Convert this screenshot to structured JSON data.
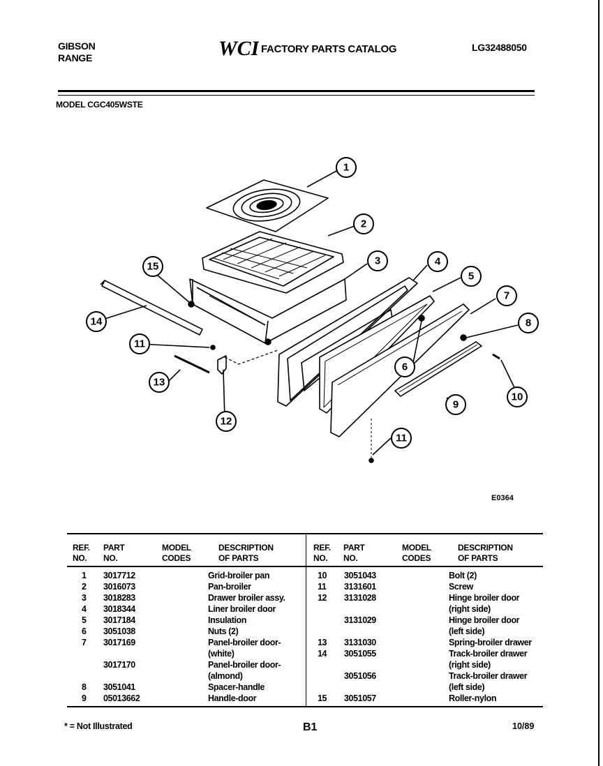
{
  "header": {
    "brand": "GIBSON",
    "product": "RANGE",
    "logo_text": "WCI",
    "catalog_title": "FACTORY PARTS CATALOG",
    "catalog_number": "LG32488050",
    "model_label": "MODEL CGC405WSTE"
  },
  "diagram": {
    "callouts": [
      "1",
      "2",
      "3",
      "4",
      "5",
      "6",
      "7",
      "8",
      "9",
      "10",
      "11",
      "11",
      "12",
      "13",
      "14",
      "15"
    ],
    "figure_code": "E0364"
  },
  "table": {
    "headers": {
      "ref": [
        "REF.",
        "NO."
      ],
      "part": [
        "PART",
        "NO."
      ],
      "model": [
        "MODEL",
        "CODES"
      ],
      "desc": [
        "DESCRIPTION",
        "OF PARTS"
      ]
    },
    "left_rows": [
      {
        "ref": "1",
        "part": "3017712",
        "desc": "Grid-broiler pan"
      },
      {
        "ref": "2",
        "part": "3016073",
        "desc": "Pan-broiler"
      },
      {
        "ref": "3",
        "part": "3018283",
        "desc": "Drawer broiler assy."
      },
      {
        "ref": "4",
        "part": "3018344",
        "desc": "Liner broiler door"
      },
      {
        "ref": "5",
        "part": "3017184",
        "desc": "Insulation"
      },
      {
        "ref": "6",
        "part": "3051038",
        "desc": "Nuts (2)"
      },
      {
        "ref": "7",
        "part": "3017169",
        "desc": "Panel-broiler door-"
      },
      {
        "ref": "",
        "part": "",
        "desc": "(white)"
      },
      {
        "ref": "",
        "part": "3017170",
        "desc": "Panel-broiler door-"
      },
      {
        "ref": "",
        "part": "",
        "desc": "(almond)"
      },
      {
        "ref": "8",
        "part": "3051041",
        "desc": "Spacer-handle"
      },
      {
        "ref": "9",
        "part": "05013662",
        "desc": "Handle-door"
      }
    ],
    "right_rows": [
      {
        "ref": "10",
        "part": "3051043",
        "desc": "Bolt (2)"
      },
      {
        "ref": "11",
        "part": "3131601",
        "desc": "Screw"
      },
      {
        "ref": "12",
        "part": "3131028",
        "desc": "Hinge broiler door"
      },
      {
        "ref": "",
        "part": "",
        "desc": "(right side)"
      },
      {
        "ref": "",
        "part": "3131029",
        "desc": "Hinge broiler door"
      },
      {
        "ref": "",
        "part": "",
        "desc": "(left side)"
      },
      {
        "ref": "13",
        "part": "3131030",
        "desc": "Spring-broiler drawer"
      },
      {
        "ref": "14",
        "part": "3051055",
        "desc": "Track-broiler drawer"
      },
      {
        "ref": "",
        "part": "",
        "desc": "(right side)"
      },
      {
        "ref": "",
        "part": "3051056",
        "desc": "Track-broiler drawer"
      },
      {
        "ref": "",
        "part": "",
        "desc": "(left side)"
      },
      {
        "ref": "15",
        "part": "3051057",
        "desc": "Roller-nylon"
      }
    ]
  },
  "footer": {
    "note": "* = Not Illustrated",
    "page": "B1",
    "date": "10/89"
  }
}
